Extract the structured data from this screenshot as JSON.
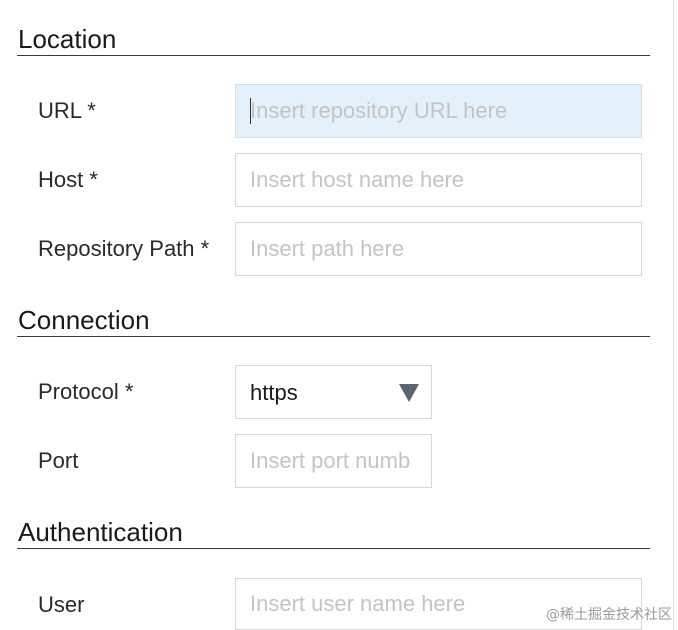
{
  "sections": {
    "location": {
      "title": "Location",
      "url": {
        "label": "URL *",
        "value": "",
        "placeholder": "Insert repository URL here"
      },
      "host": {
        "label": "Host *",
        "value": "",
        "placeholder": "Insert host name here"
      },
      "path": {
        "label": "Repository Path *",
        "value": "",
        "placeholder": "Insert path here"
      }
    },
    "connection": {
      "title": "Connection",
      "protocol": {
        "label": "Protocol *",
        "selected": "https"
      },
      "port": {
        "label": "Port",
        "value": "",
        "placeholder": "Insert port numb"
      }
    },
    "authentication": {
      "title": "Authentication",
      "user": {
        "label": "User",
        "value": "",
        "placeholder": "Insert user name here"
      }
    }
  },
  "watermark": "@稀土掘金技术社区",
  "icons": {
    "protocol_dropdown": "triangle-down-icon"
  },
  "colors": {
    "focused_input_bg": "#e4f1fa",
    "placeholder": "#c4c4c4",
    "divider": "#3a3a3a",
    "dropdown_arrow": "#5a6670"
  }
}
